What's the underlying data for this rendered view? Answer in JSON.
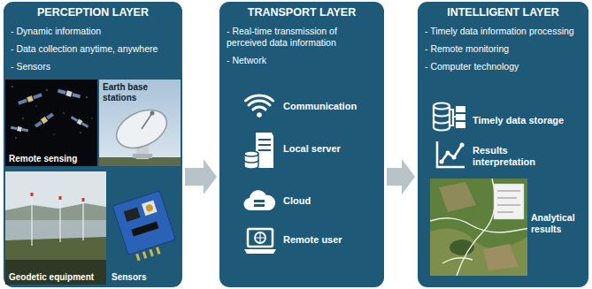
{
  "diagram": {
    "nodes": [
      {
        "text": [
          "PERCEPTION LAYER",
          "- Dynamic information",
          "- Data collection anytime, anywhere",
          "- Sensors"
        ]
      },
      {
        "text": [
          "Remote sensing"
        ],
        "in": 0
      },
      {
        "text": [
          "Earth base stations"
        ],
        "in": 0
      },
      {
        "text": [
          "Geodetic equipment"
        ],
        "in": 0
      },
      {
        "text": [
          "Sensors"
        ],
        "in": 0
      },
      {
        "text": [
          "TRANSPORT LAYER",
          "- Real-time transmission of perceived data information",
          "- Network"
        ]
      },
      {
        "text": [
          "INTELLIGENT LAYER",
          "- Timely data information processing",
          "- Remote monitoring",
          "- Computer technology"
        ]
      }
    ],
    "edges": [
      {
        "from": 0,
        "to": 5,
        "arrow": "to"
      },
      {
        "from": 5,
        "to": 6,
        "arrow": "to"
      }
    ],
    "labels": [
      "Communication",
      "Local server",
      "Cloud",
      "Remote user",
      "Timely data storage",
      "Results interpretation",
      "Analytical results"
    ]
  }
}
